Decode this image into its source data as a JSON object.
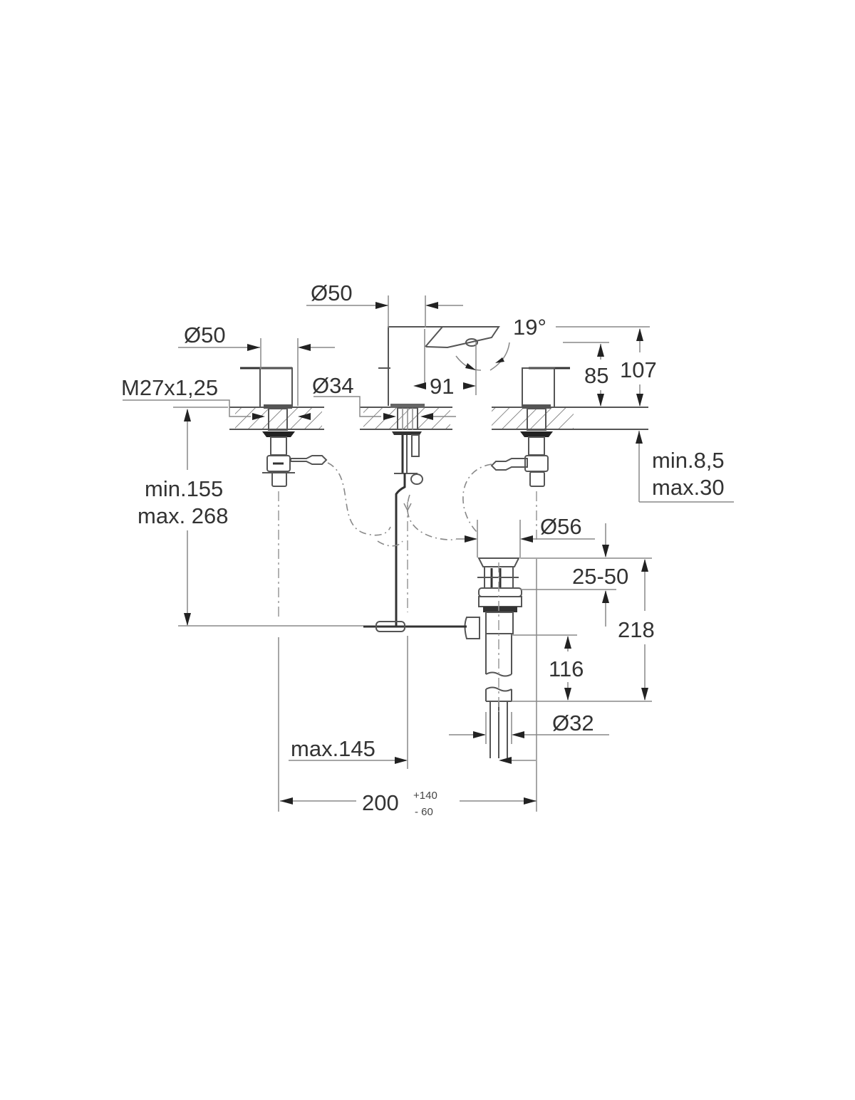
{
  "drawing": {
    "subject": "Three-hole basin mixer with pop-up waste – dimension drawing",
    "units": "mm",
    "labels": {
      "spout_diameter": "Ø50",
      "handle_diameter": "Ø50",
      "thread": "M27x1,25",
      "hole_diameter": "Ø34",
      "spout_projection": "91",
      "spout_angle": "19°",
      "handle_height": "85",
      "spout_height": "107",
      "deck_thickness_min": "min.8,5",
      "deck_thickness_max": "max.30",
      "connection_min": "min.155",
      "connection_max": "max. 268",
      "waste_diameter": "Ø56",
      "waste_adjust": "25-50",
      "waste_height": "218",
      "tailpiece_length": "116",
      "tailpiece_diameter": "Ø32",
      "rod_max": "max.145",
      "centres": "200",
      "centres_tol_plus": "+140",
      "centres_tol_minus": "- 60"
    }
  }
}
